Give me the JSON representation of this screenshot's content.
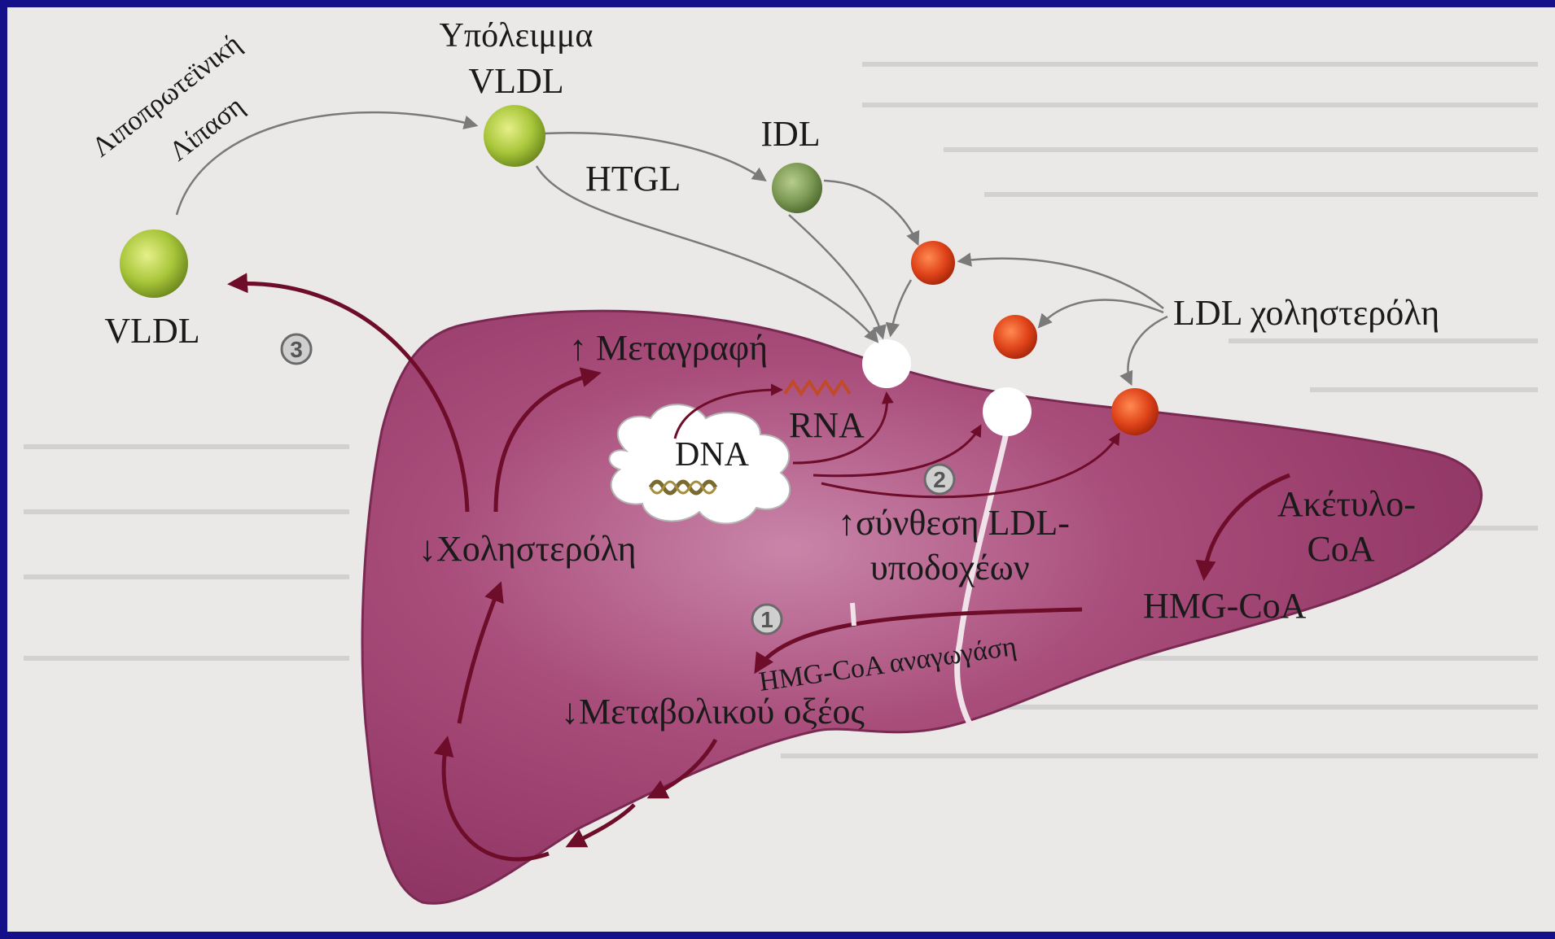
{
  "labels": {
    "lipoprotein_lipase_line1": "Λιποπρωτεϊνική",
    "lipoprotein_lipase_line2": "Λίπαση",
    "vldl_remnant_line1": "Υπόλειμμα",
    "vldl_remnant_line2": "VLDL",
    "idl": "IDL",
    "htgl": "HTGL",
    "vldl": "VLDL",
    "ldl_cholesterol": "LDL χοληστερόλη",
    "transcription": "↑ Μεταγραφή",
    "rna": "RNA",
    "dna": "DNA",
    "cholesterol_down": "↓Χοληστερόλη",
    "ldl_receptor_synthesis_line1": "↑σύνθεση LDL-",
    "ldl_receptor_synthesis_line2": "υποδοχέων",
    "acetyl_coa_line1": "Ακέτυλο-",
    "acetyl_coa_line2": "CoA",
    "hmg_coa": "HMG-CoA",
    "hmg_coa_reductase": "HMG-CoA αναγωγάση",
    "mevalonic_acid_down": "↓Μεταβολικού οξέος"
  },
  "markers": {
    "m1": "1",
    "m2": "2",
    "m3": "3"
  },
  "colors": {
    "background_border": "#14108a",
    "paper": "#ebe8e8",
    "liver": "#a1426f",
    "liver_highlight": "#c87aa2",
    "vldl_particle": "#a8c63a",
    "idl_particle": "#7d9a55",
    "ldl_particle": "#e0441a",
    "arrow_dark": "#6e0d2a",
    "arrow_gray": "#7a7a7a"
  }
}
